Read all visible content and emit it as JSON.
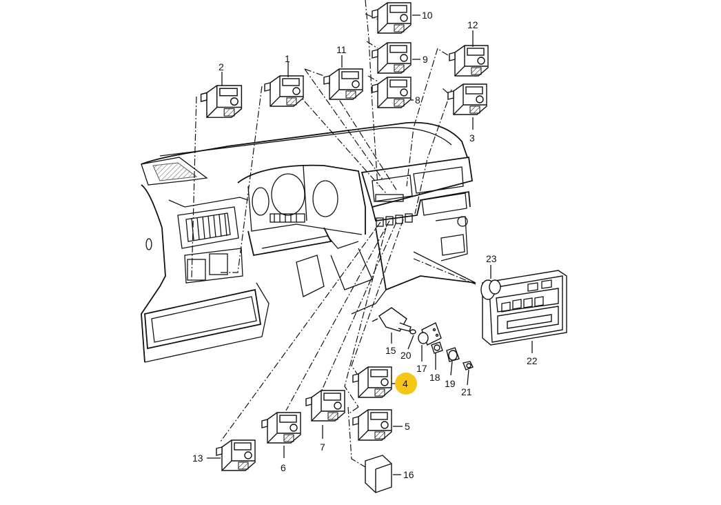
{
  "callouts": {
    "c1": "1",
    "c2": "2",
    "c3": "3",
    "c4": "4",
    "c5": "5",
    "c6": "6",
    "c7": "7",
    "c8": "8",
    "c9": "9",
    "c10": "10",
    "c11": "11",
    "c12": "12",
    "c13": "13",
    "c15": "15",
    "c16": "16",
    "c17": "17",
    "c18": "18",
    "c19": "19",
    "c20": "20",
    "c21": "21",
    "c22": "22",
    "c23": "23"
  },
  "highlight": {
    "part": "4",
    "color": "#f5c518"
  }
}
